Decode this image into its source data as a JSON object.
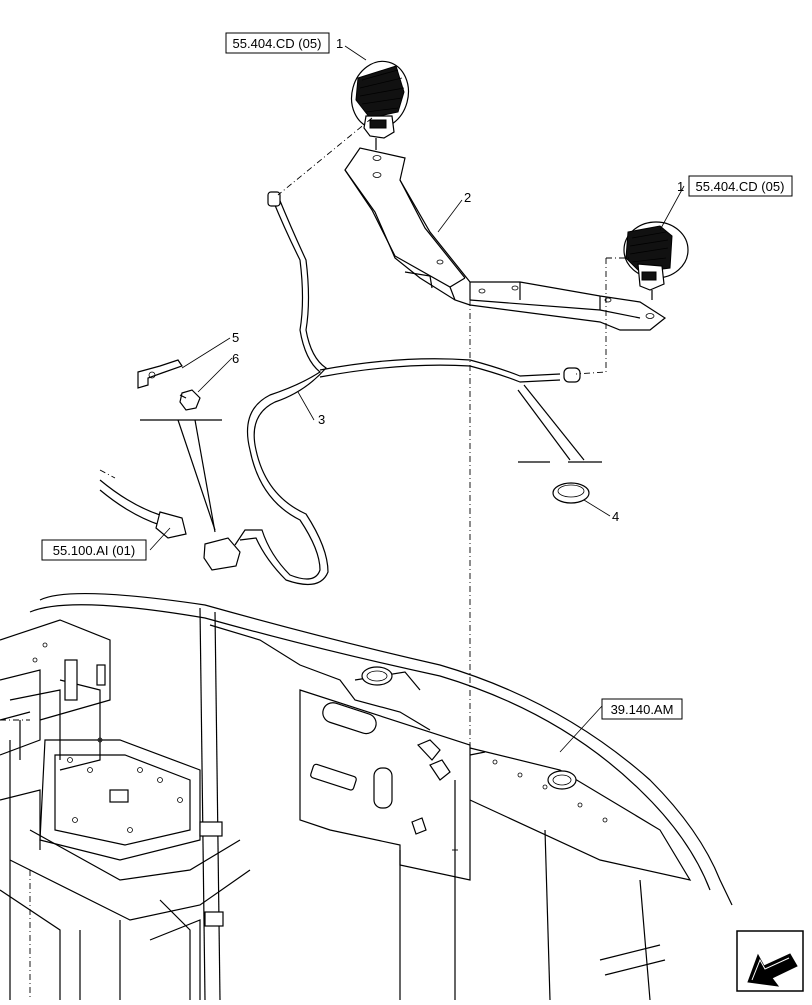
{
  "references": {
    "lamp_left": "55.404.CD (05)",
    "lamp_right": "55.404.CD (05)",
    "connector": "55.100.AI (01)",
    "cab": "39.140.AM"
  },
  "callouts": {
    "lamp_left": "1",
    "lamp_right": "1",
    "bracket": "2",
    "harness": "3",
    "grommet": "4",
    "clip": "5",
    "bolt": "6"
  },
  "icons": {
    "nav": "arrow-back-icon"
  }
}
